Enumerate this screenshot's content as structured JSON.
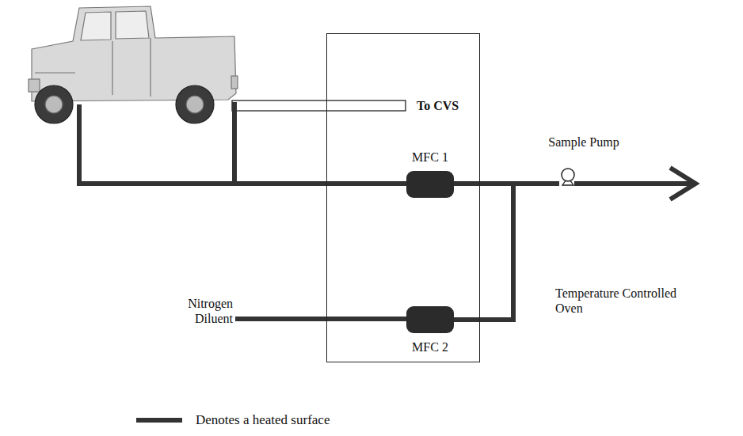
{
  "diagram": {
    "nodes": [
      {
        "text": [
          "Temperature Controlled Oven"
        ]
      },
      {
        "text": [
          "MFC 1"
        ],
        "in": 0
      },
      {
        "text": [
          "MFC 2"
        ],
        "in": 0
      },
      {
        "text": [
          "Sample Pump"
        ]
      }
    ],
    "edges": [
      {
        "from": 1,
        "to": 3,
        "arrow": "none"
      },
      {
        "from": 2,
        "to": 3,
        "arrow": "none"
      }
    ],
    "labels": [
      "To CVS",
      "Nitrogen Diluent"
    ],
    "legend": [
      {
        "text": "Denotes a heated surface"
      }
    ]
  }
}
